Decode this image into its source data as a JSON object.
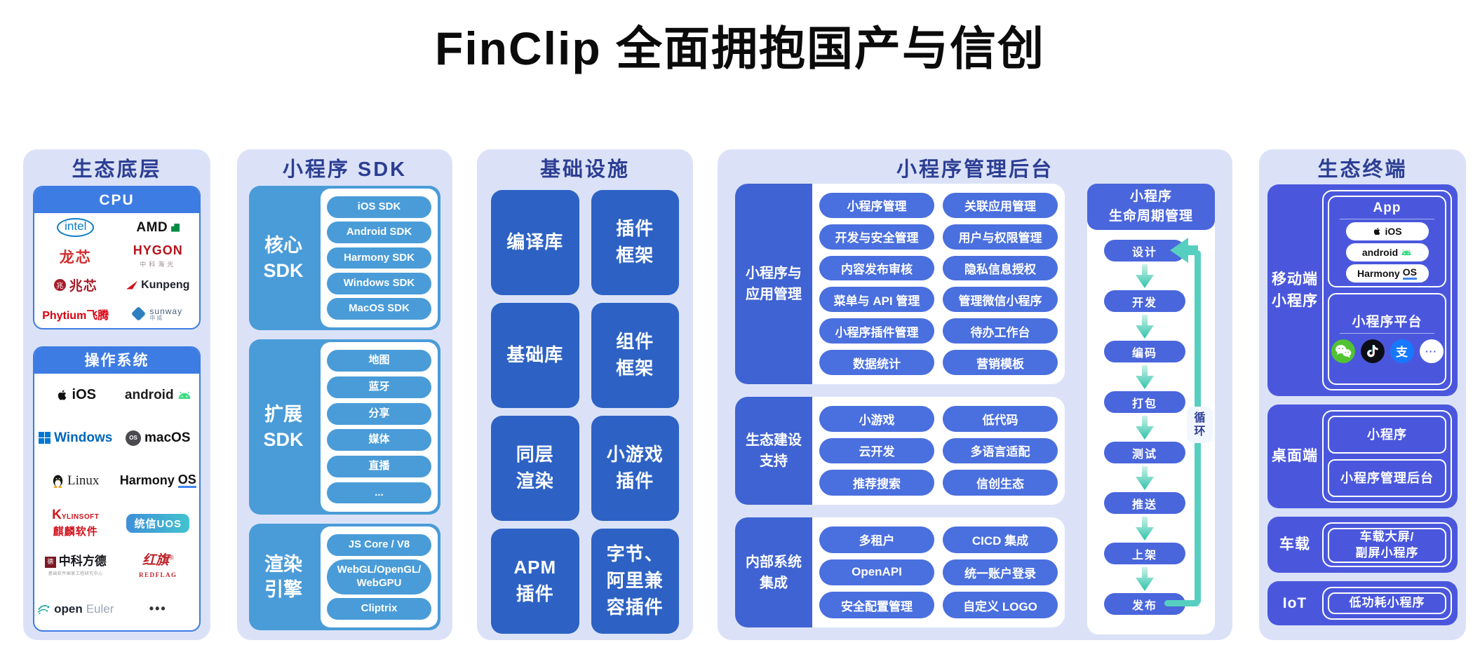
{
  "title": "FinClip 全面拥抱国产与信创",
  "colors": {
    "panel_bg": "#dbe2f8",
    "header_text": "#2c3e93",
    "bright_blue": "#3d7ce3",
    "sky_blue": "#4a9cd8",
    "royal_blue": "#2d62c4",
    "indigo_label": "#3f63d2",
    "indigo_pill": "#4a6fde",
    "lifecycle_blue": "#4a66dc",
    "terminal_indigo": "#4a57dd",
    "teal": "#57cfc0"
  },
  "panels": {
    "ecosystem_base": {
      "title": "生态底层",
      "cpu": {
        "title": "CPU",
        "logos": [
          {
            "id": "intel",
            "text": "intel"
          },
          {
            "id": "amd",
            "text": "AMD"
          },
          {
            "id": "loongson",
            "text": "龙芯"
          },
          {
            "id": "hygon",
            "text": "HYGON",
            "sub": "中科海光"
          },
          {
            "id": "zhaoxin",
            "badge": "兆",
            "text": "兆芯"
          },
          {
            "id": "kunpeng",
            "text": "Kunpeng"
          },
          {
            "id": "phytium",
            "text": "Phytium飞腾"
          },
          {
            "id": "sunway",
            "text": "sunway",
            "sub": "申威"
          }
        ]
      },
      "os": {
        "title": "操作系统",
        "logos": [
          {
            "id": "ios",
            "text": "iOS"
          },
          {
            "id": "android",
            "text": "android"
          },
          {
            "id": "windows",
            "text": "Windows"
          },
          {
            "id": "macos",
            "badge": "OS",
            "text": "macOS"
          },
          {
            "id": "linux",
            "text": "Linux"
          },
          {
            "id": "harmonyos",
            "text": "Harmony",
            "tail": "OS"
          },
          {
            "id": "kylinsoft",
            "text": "K",
            "tail": "YLINSOFT",
            "sub": "麒麟软件"
          },
          {
            "id": "uos",
            "text": "统信UOS"
          },
          {
            "id": "fangde",
            "badge": "德",
            "text": "中科方德",
            "sub": "基础软件国家工程研究中心"
          },
          {
            "id": "redflag",
            "text": "红旗",
            "sup": "®",
            "sub": "REDFLAG"
          },
          {
            "id": "openeuler",
            "text": "open",
            "tail": "Euler"
          },
          {
            "id": "more",
            "text": "•••"
          }
        ]
      }
    },
    "sdk": {
      "title": "小程序 SDK",
      "groups": [
        {
          "label": "核心\nSDK",
          "items": [
            "iOS SDK",
            "Android SDK",
            "Harmony SDK",
            "Windows SDK",
            "MacOS SDK"
          ]
        },
        {
          "label": "扩展\nSDK",
          "items": [
            "地图",
            "蓝牙",
            "分享",
            "媒体",
            "直播",
            "..."
          ]
        },
        {
          "label": "渲染\n引擎",
          "items": [
            "JS Core / V8",
            "WebGL/OpenGL/\nWebGPU",
            "Cliptrix"
          ]
        }
      ]
    },
    "infrastructure": {
      "title": "基础设施",
      "tiles": [
        "编译库",
        "插件\n框架",
        "基础库",
        "组件\n框架",
        "同层\n渲染",
        "小游戏\n插件",
        "APM\n插件",
        "字节、\n阿里兼\n容插件"
      ]
    },
    "admin": {
      "title": "小程序管理后台",
      "groups": [
        {
          "label": "小程序与\n应用管理",
          "items": [
            "小程序管理",
            "关联应用管理",
            "开发与安全管理",
            "用户与权限管理",
            "内容发布审核",
            "隐私信息授权",
            "菜单与 API 管理",
            "管理微信小程序",
            "小程序插件管理",
            "待办工作台",
            "数据统计",
            "营销模板"
          ]
        },
        {
          "label": "生态建设\n支持",
          "items": [
            "小游戏",
            "低代码",
            "云开发",
            "多语言适配",
            "推荐搜索",
            "信创生态"
          ]
        },
        {
          "label": "内部系统\n集成",
          "items": [
            "多租户",
            "CICD 集成",
            "OpenAPI",
            "统一账户登录",
            "安全配置管理",
            "自定义 LOGO"
          ]
        }
      ],
      "lifecycle": {
        "title": "小程序\n生命周期管理",
        "steps": [
          "设计",
          "开发",
          "编码",
          "打包",
          "测试",
          "推送",
          "上架",
          "发布"
        ],
        "loop_label": "循环"
      }
    },
    "terminals": {
      "title": "生态终端",
      "mobile": {
        "label": "移动端\n小程序",
        "app": {
          "title": "App",
          "pills": [
            {
              "id": "ios",
              "text": "iOS"
            },
            {
              "id": "android",
              "text": "android"
            },
            {
              "id": "harmonyos",
              "text": "Harmony",
              "tail": "OS"
            }
          ]
        },
        "platform": {
          "title": "小程序平台",
          "icons": [
            {
              "id": "wechat"
            },
            {
              "id": "douyin"
            },
            {
              "id": "alipay",
              "text": "支"
            },
            {
              "id": "more",
              "text": "···"
            }
          ]
        }
      },
      "desktop": {
        "label": "桌面端",
        "items": [
          "小程序",
          "小程序管理后台"
        ]
      },
      "vehicle": {
        "label": "车载",
        "items": [
          "车载大屏/\n副屏小程序"
        ]
      },
      "iot": {
        "label": "IoT",
        "items": [
          "低功耗小程序"
        ]
      }
    }
  }
}
